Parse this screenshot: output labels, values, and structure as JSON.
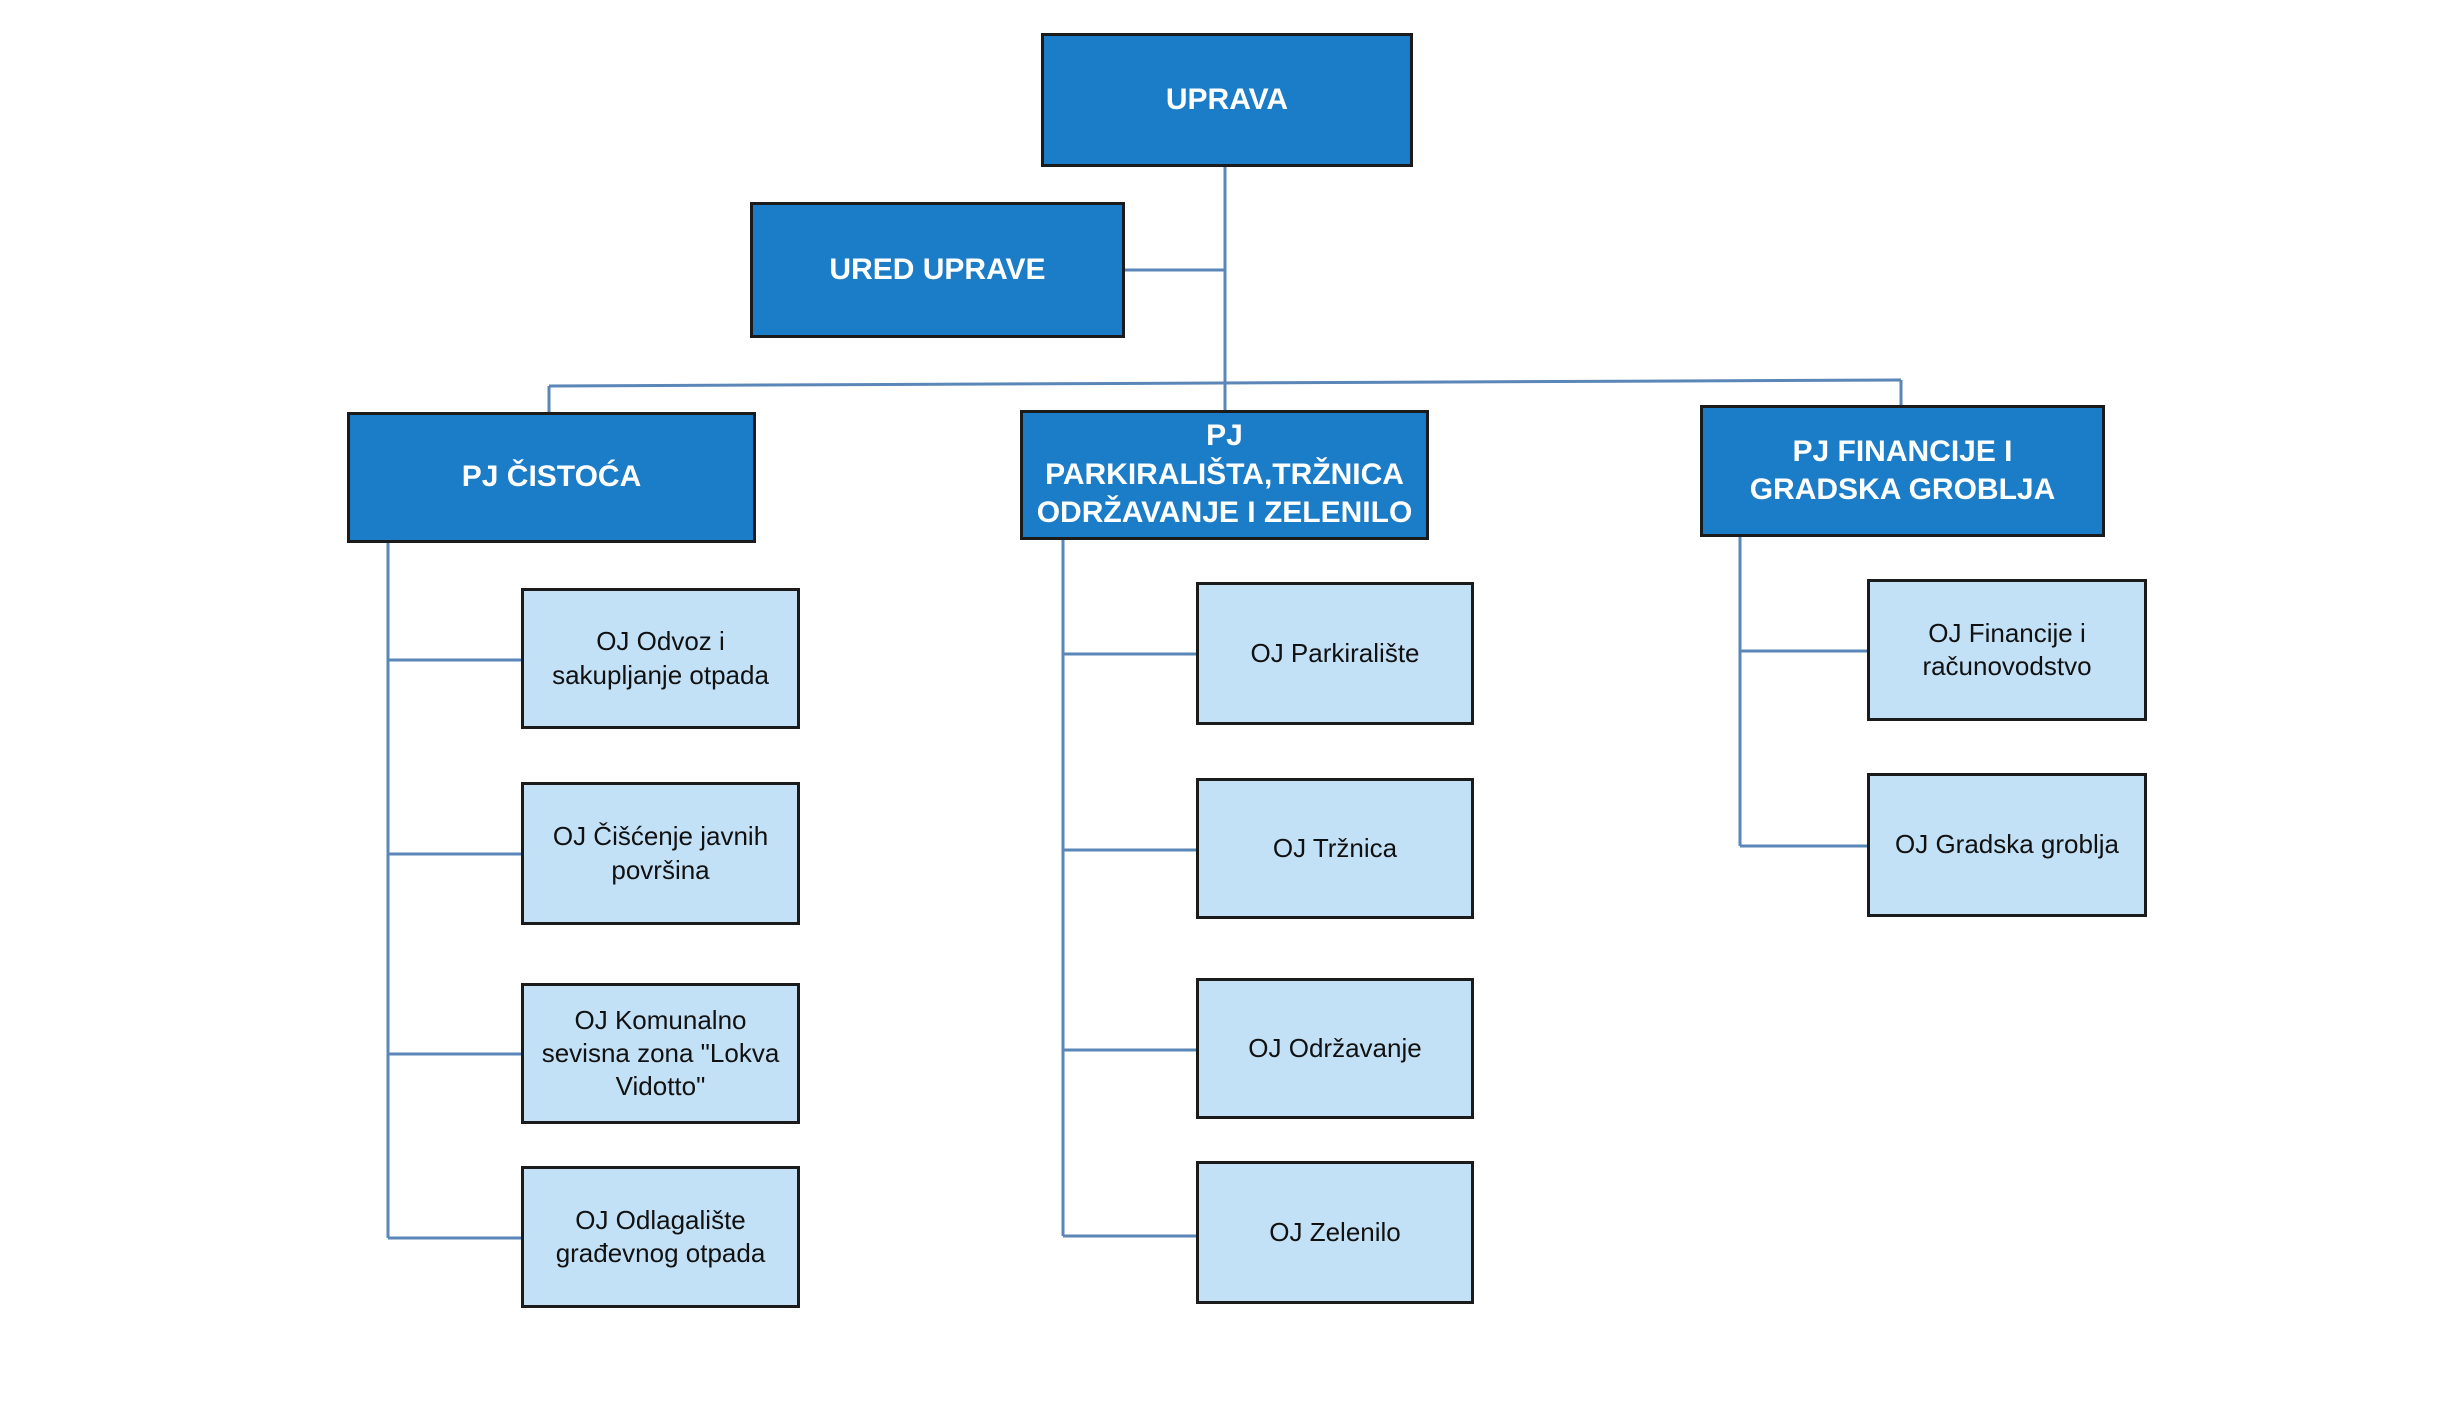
{
  "colors": {
    "primary_box": "#1b7cc8",
    "secondary_box": "#c3e1f6",
    "connector": "#5b86b8",
    "border": "#1b1b1b"
  },
  "org_chart": {
    "root": {
      "label": "UPRAVA"
    },
    "staff": {
      "label": "URED UPRAVE"
    },
    "units": [
      {
        "label": "PJ ČISTOĆA",
        "children": [
          "OJ Odvoz i sakupljanje otpada",
          "OJ Čišćenje javnih površina",
          "OJ Komunalno sevisna zona \"Lokva Vidotto\"",
          "OJ Odlagalište građevnog otpada"
        ]
      },
      {
        "label": "PJ PARKIRALIŠTA,TRŽNICA ODRŽAVANJE I ZELENILO",
        "children": [
          "OJ Parkiralište",
          "OJ Tržnica",
          "OJ Održavanje",
          "OJ Zelenilo"
        ]
      },
      {
        "label": "PJ FINANCIJE I GRADSKA GROBLJA",
        "children": [
          "OJ Financije i računovodstvo",
          "OJ Gradska groblja"
        ]
      }
    ]
  }
}
